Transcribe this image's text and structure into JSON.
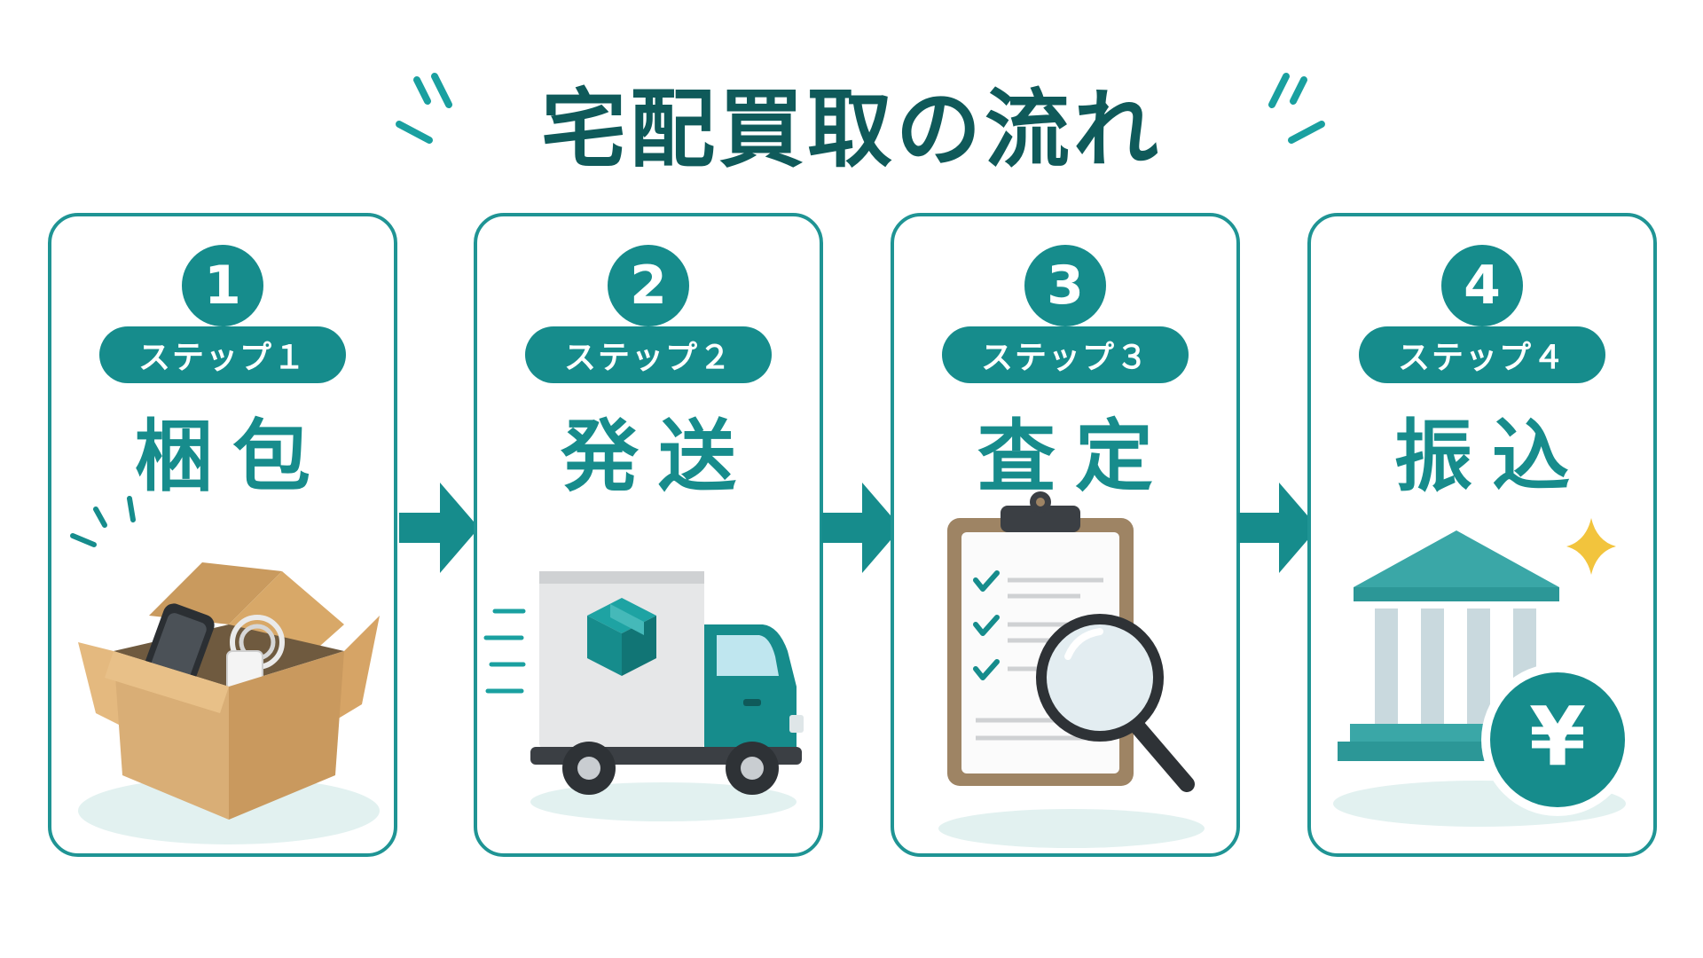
{
  "title": "宅配買取の流れ",
  "colors": {
    "teal": "#168c8c",
    "dark_teal": "#0f5a5a",
    "border": "#1f9494",
    "cardboard": "#d9ae76",
    "gold": "#f2c43d"
  },
  "steps": [
    {
      "number": "1",
      "label": "ステップ１",
      "title": "梱包",
      "icon": "cardboard-box-icon"
    },
    {
      "number": "2",
      "label": "ステップ２",
      "title": "発送",
      "icon": "delivery-truck-icon"
    },
    {
      "number": "3",
      "label": "ステップ３",
      "title": "査定",
      "icon": "clipboard-magnifier-icon"
    },
    {
      "number": "4",
      "label": "ステップ４",
      "title": "振込",
      "icon": "bank-yen-icon"
    }
  ],
  "icons": {
    "yen_symbol": "¥"
  }
}
